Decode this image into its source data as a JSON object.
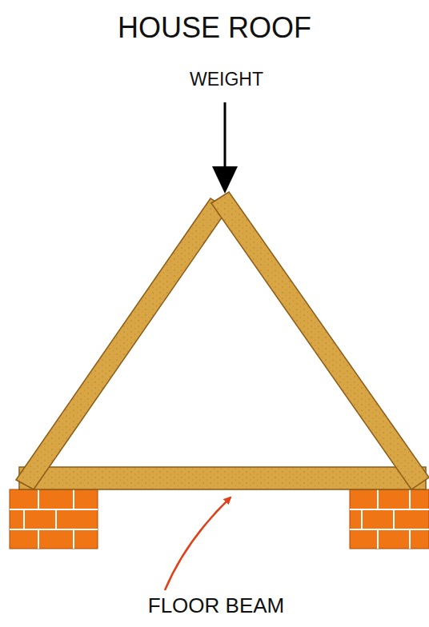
{
  "diagram": {
    "title": "HOUSE ROOF",
    "labels": [
      "WEIGHT",
      "FLOOR BEAM"
    ]
  }
}
